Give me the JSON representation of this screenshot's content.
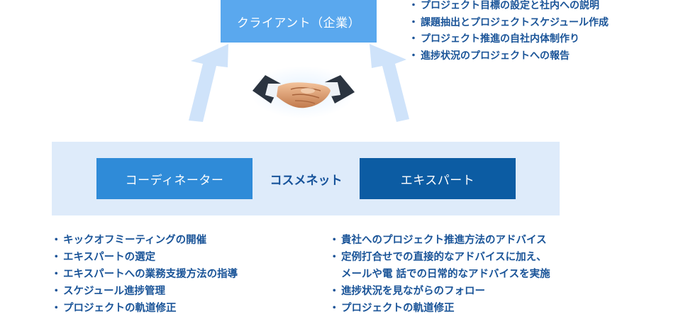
{
  "client": {
    "label": "クライアント（企業）",
    "tasks": [
      "プロジェクト目標の設定と社内への説明",
      "課題抽出とプロジェクトスケジュール作成",
      "プロジェクト推進の自社内体制作り",
      "進捗状況のプロジェクトへの報告"
    ]
  },
  "partner": {
    "label": "コスメネット"
  },
  "coordinator": {
    "label": "コーディネーター",
    "tasks": [
      "キックオフミーティングの開催",
      "エキスパートの選定",
      "エキスパートへの業務支援方法の指導",
      "スケジュール進捗管理",
      "プロジェクトの軌道修正"
    ]
  },
  "expert": {
    "label": "エキスパート",
    "tasks": [
      "貴社へのプロジェクト推進方法のアドバイス",
      "定例打合せでの直接的なアドバイスに加え、",
      "メールや電 話での日常的なアドバイスを実施",
      "進捗状況を見ながらのフォロー",
      "プロジェクトの軌道修正"
    ]
  },
  "colors": {
    "client_box": "#5aa8ee",
    "coordinator_box": "#2f8bd8",
    "expert_box": "#0c5ca3",
    "band": "#deebfa",
    "arrow": "#cfe3fa",
    "text": "#1a5498"
  },
  "icons": {
    "handshake": "handshake-icon",
    "arrows": "up-arrow-icon"
  }
}
